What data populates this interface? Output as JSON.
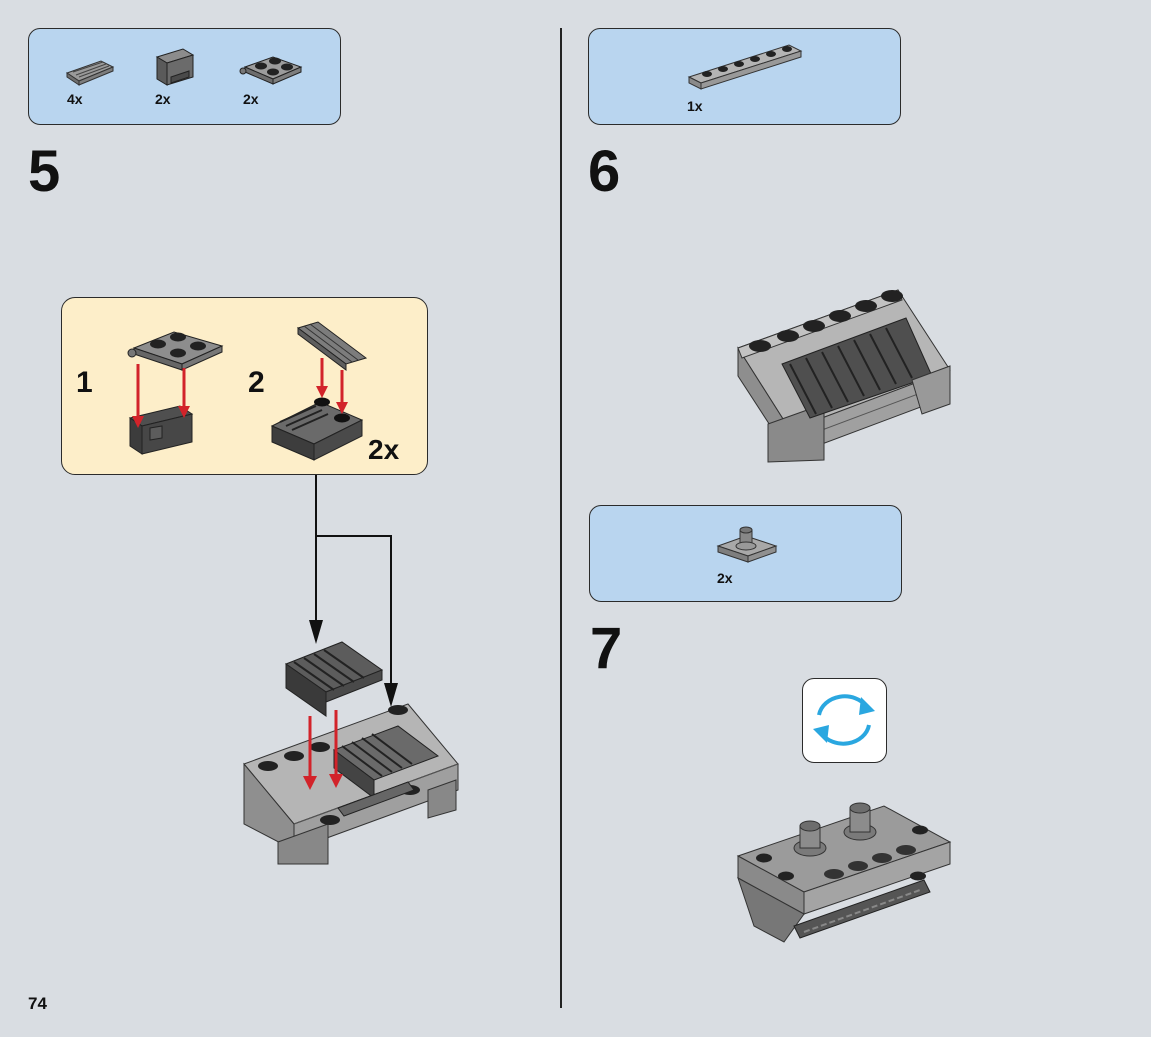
{
  "page_number": "74",
  "colors": {
    "background": "#d9dde2",
    "parts_box": "#b9d5ef",
    "subassembly_box": "#fdeec9",
    "arrow_red": "#d2232a",
    "rotate_icon": "#2aa7e0"
  },
  "steps": [
    {
      "number": "5",
      "parts": [
        {
          "icon": "grille-tile-part",
          "qty": "4x"
        },
        {
          "icon": "bracket-part",
          "qty": "2x"
        },
        {
          "icon": "plate-2x2-part",
          "qty": "2x"
        }
      ],
      "subassembly": {
        "substeps": [
          "1",
          "2"
        ],
        "multiplier": "2x"
      }
    },
    {
      "number": "6",
      "parts": [
        {
          "icon": "plate-1x6-part",
          "qty": "1x"
        }
      ]
    },
    {
      "number": "7",
      "parts": [
        {
          "icon": "plate-with-pin-part",
          "qty": "2x"
        }
      ],
      "callout": "rotate-icon"
    }
  ]
}
